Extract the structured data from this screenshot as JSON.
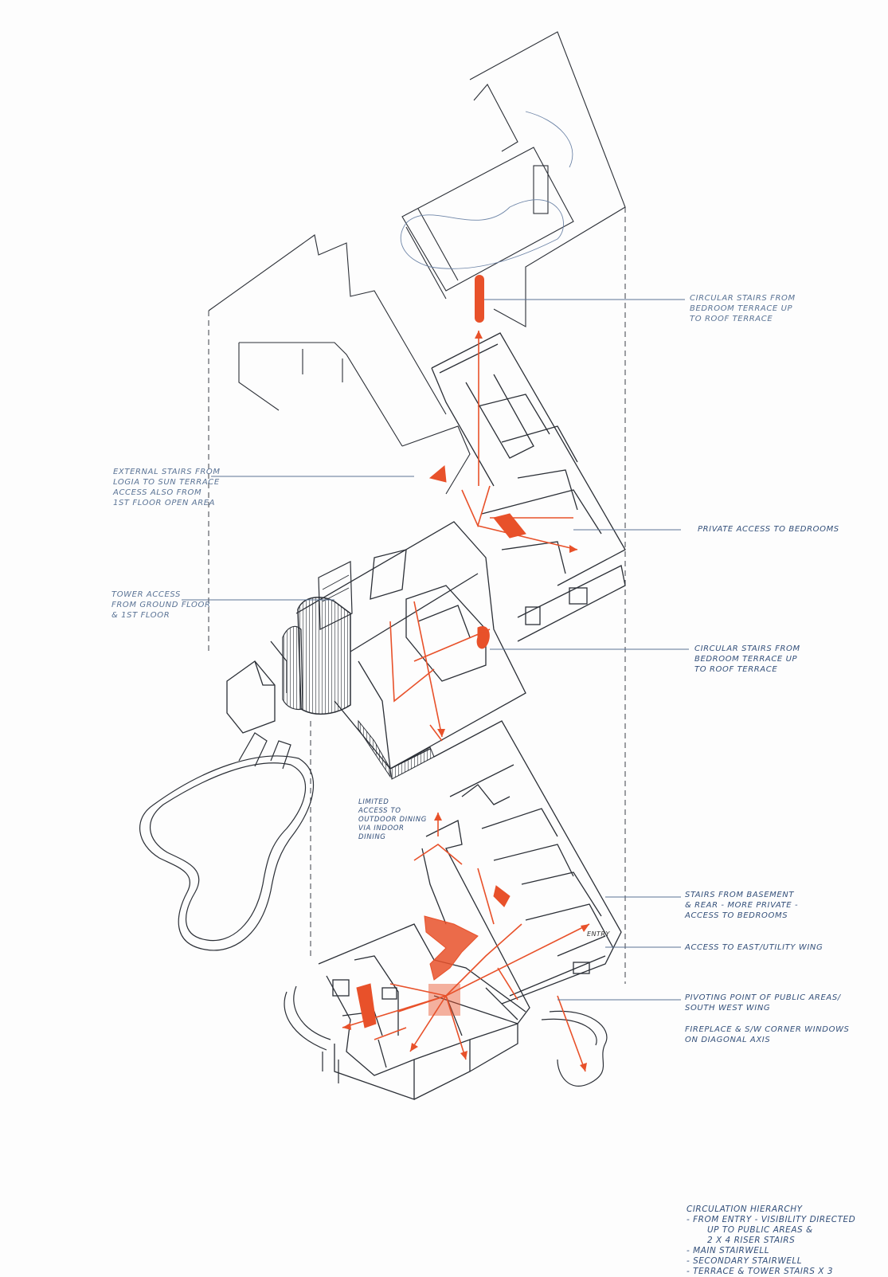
{
  "annotations": {
    "roof_stairs": [
      "CIRCULAR STAIRS FROM",
      "BEDROOM TERRACE UP",
      "TO ROOF TERRACE"
    ],
    "external_stairs": [
      "EXTERNAL STAIRS FROM",
      "LOGIA TO SUN TERRACE",
      "ACCESS ALSO FROM",
      "1ST FLOOR OPEN AREA"
    ],
    "private_access": [
      "PRIVATE ACCESS TO BEDROOMS"
    ],
    "tower_access": [
      "TOWER ACCESS",
      "FROM GROUND FLOOR",
      "& 1ST FLOOR"
    ],
    "circular_stairs": [
      "CIRCULAR STAIRS FROM",
      "BEDROOM TERRACE UP",
      "TO ROOF TERRACE"
    ],
    "limited_access": [
      "LIMITED",
      "ACCESS TO",
      "OUTDOOR DINING",
      "VIA INDOOR",
      "DINING"
    ],
    "basement_stairs": [
      "STAIRS FROM BASEMENT",
      "& REAR - MORE PRIVATE -",
      "ACCESS TO BEDROOMS"
    ],
    "east_wing": [
      "ACCESS TO EAST/UTILITY WING"
    ],
    "pivot": [
      "PIVOTING POINT OF PUBLIC AREAS/",
      "SOUTH WEST WING"
    ],
    "fireplace": [
      "FIREPLACE & S/W CORNER WINDOWS",
      "ON DIAGONAL AXIS"
    ],
    "entry": "ENTRY"
  },
  "hierarchy": {
    "title": "CIRCULATION HIERARCHY",
    "items": [
      "- FROM ENTRY - VISIBILITY DIRECTED",
      "UP TO PUBLIC AREAS &",
      "2 x 4 RISER STAIRS",
      "- MAIN STAIRWELL",
      "- SECONDARY STAIRWELL",
      "- TERRACE & TOWER STAIRS x 3"
    ]
  },
  "colors": {
    "ink": "#2b2f36",
    "pencil": "#6f86a8",
    "accent": "#e8512a"
  }
}
